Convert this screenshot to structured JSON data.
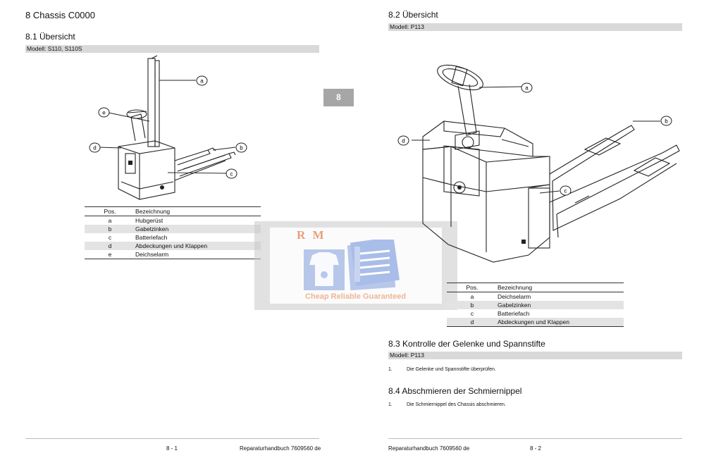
{
  "chapter_tab": "8",
  "left": {
    "title": "8 Chassis C0000",
    "section": "8.1 Übersicht",
    "model_bar": "Modell: S110, S110S",
    "table_headers": [
      "Pos.",
      "Bezeichnung"
    ],
    "table_rows": [
      {
        "pos": "a",
        "name": "Hubgerüst"
      },
      {
        "pos": "b",
        "name": "Gabelzinken"
      },
      {
        "pos": "c",
        "name": "Batteriefach"
      },
      {
        "pos": "d",
        "name": "Abdeckungen und Klappen"
      },
      {
        "pos": "e",
        "name": "Deichselarm"
      }
    ],
    "callouts": [
      "a",
      "b",
      "c",
      "d",
      "e"
    ],
    "footer_page": "8 - 1",
    "footer_manual": "Reparaturhandbuch 7609560 de"
  },
  "right": {
    "section": "8.2 Übersicht",
    "model_bar": "Modell: P113",
    "table_headers": [
      "Pos.",
      "Bezeichnung"
    ],
    "table_rows": [
      {
        "pos": "a",
        "name": "Deichselarm"
      },
      {
        "pos": "b",
        "name": "Gabelzinken"
      },
      {
        "pos": "c",
        "name": "Batteriefach"
      },
      {
        "pos": "d",
        "name": "Abdeckungen und Klappen"
      }
    ],
    "callouts": [
      "a",
      "b",
      "c",
      "d"
    ],
    "section3": "8.3 Kontrolle der Gelenke und Spannstifte",
    "section3_model_bar": "Modell: P113",
    "section3_step_num": "1.",
    "section3_step": "Die Gelenke und Spannstifte überprüfen.",
    "section4": "8.4 Abschmieren der Schmiernippel",
    "section4_step_num": "1.",
    "section4_step": "Die Schmiernippel des Chassis abschmieren.",
    "footer_manual": "Reparaturhandbuch 7609560 de",
    "footer_page": "8 - 2"
  },
  "watermark": {
    "logo_text": "R  M",
    "slogan": "Cheap Reliable Guaranteed"
  }
}
